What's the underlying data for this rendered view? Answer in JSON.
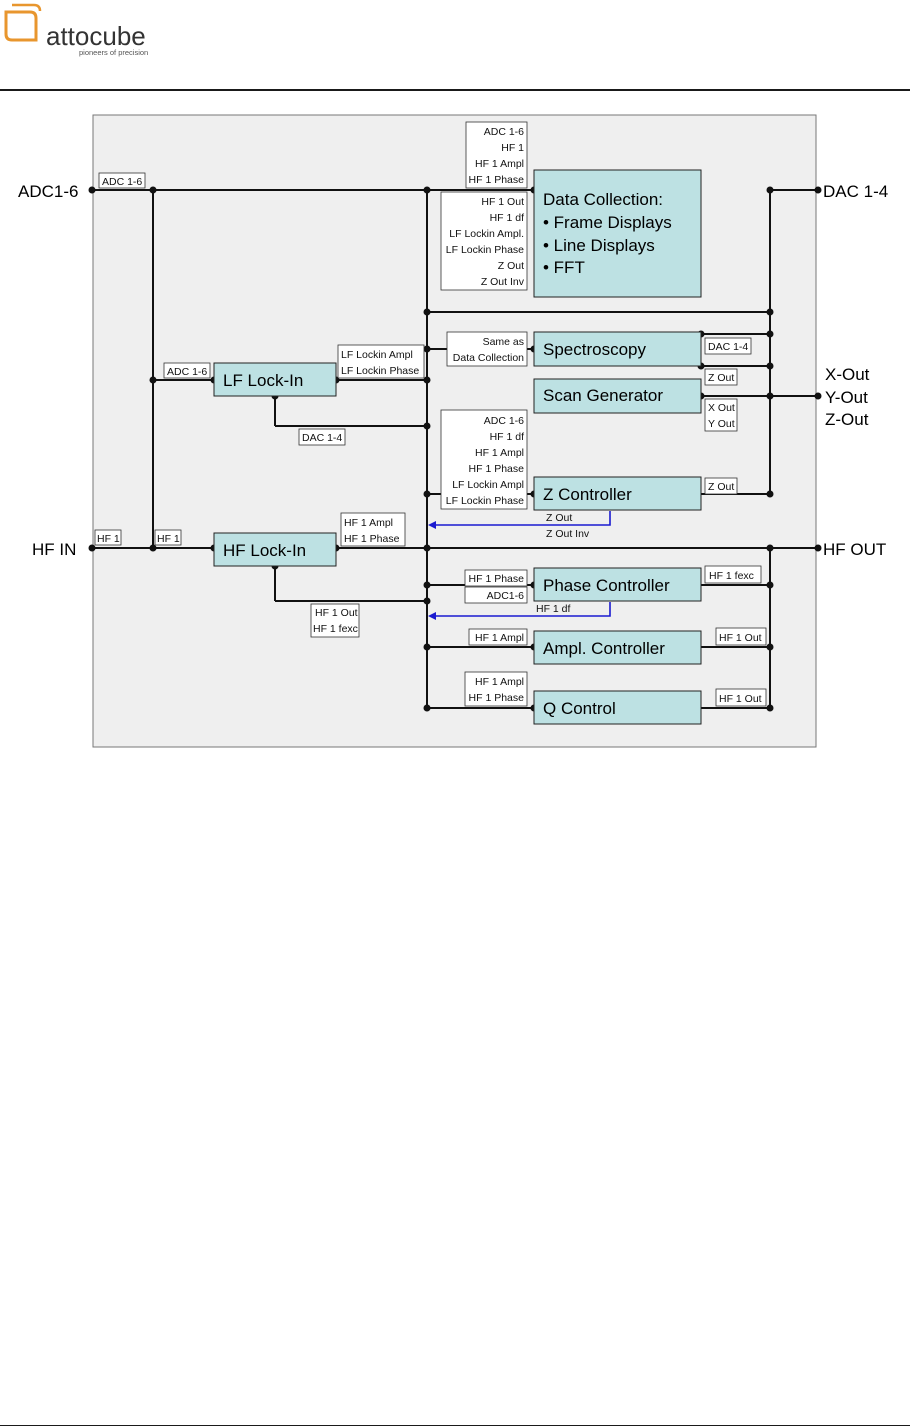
{
  "header": {
    "logo_text": "attocube",
    "logo_tagline": "pioneers of precision",
    "brand_color": "#e8962e"
  },
  "diagram": {
    "external": {
      "adc_in": "ADC1-6",
      "dac_out": "DAC 1-4",
      "x_out": "X-Out",
      "y_out": "Y-Out",
      "z_out": "Z-Out",
      "hf_in": "HF IN",
      "hf_out": "HF OUT"
    },
    "blocks": {
      "data_collection": {
        "title": "Data Collection:",
        "items": [
          "• Frame Displays",
          "• Line Displays",
          "• FFT"
        ]
      },
      "spectroscopy": "Spectroscopy",
      "scan_generator": "Scan Generator",
      "lf_lockin": "LF Lock-In",
      "z_controller": "Z Controller",
      "hf_lockin": "HF Lock-In",
      "phase_controller": "Phase Controller",
      "ampl_controller": "Ampl. Controller",
      "q_control": "Q Control"
    },
    "labels": {
      "adc_bus": "ADC 1-6",
      "dc_inputs_a": [
        "ADC 1-6",
        "HF 1",
        "HF 1 Ampl",
        "HF 1 Phase"
      ],
      "dc_inputs_b": [
        "HF 1 Out",
        "HF 1 df",
        "LF Lockin Ampl.",
        "LF Lockin Phase",
        "Z Out",
        "Z Out Inv"
      ],
      "spec_inputs": [
        "Same as",
        "Data Collection"
      ],
      "spec_out": "DAC 1-4",
      "spec_zout": "Z Out",
      "scan_out": [
        "X Out",
        "Y Out"
      ],
      "lf_in": "ADC 1-6",
      "lf_out": [
        "LF Lockin Ampl",
        "LF Lockin Phase"
      ],
      "lf_dac": "DAC 1-4",
      "zc_inputs": [
        "ADC 1-6",
        "HF 1 df",
        "HF 1 Ampl",
        "HF 1 Phase",
        "LF Lockin Ampl",
        "LF Lockin Phase"
      ],
      "zc_out": "Z Out",
      "zc_feedback": [
        "Z Out",
        "Z Out Inv"
      ],
      "hf1_a": "HF 1",
      "hf1_b": "HF 1",
      "hf_out": [
        "HF 1 Ampl",
        "HF 1 Phase"
      ],
      "hf_fb": [
        "HF 1 Out",
        "HF 1 fexc"
      ],
      "pc_inputs": [
        "HF 1 Phase",
        "ADC1-6"
      ],
      "pc_out": "HF 1 fexc",
      "pc_fb": "HF 1 df",
      "ac_input": "HF 1 Ampl",
      "ac_out": "HF 1 Out",
      "qc_inputs": [
        "HF 1 Ampl",
        "HF 1 Phase"
      ],
      "qc_out": "HF 1 Out"
    }
  }
}
